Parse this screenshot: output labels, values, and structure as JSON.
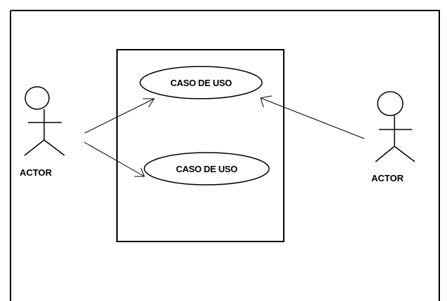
{
  "diagram": {
    "actors": [
      {
        "label": "ACTOR"
      },
      {
        "label": "ACTOR"
      }
    ],
    "use_cases": [
      {
        "label": "CASO DE USO"
      },
      {
        "label": "CASO DE USO"
      }
    ]
  }
}
